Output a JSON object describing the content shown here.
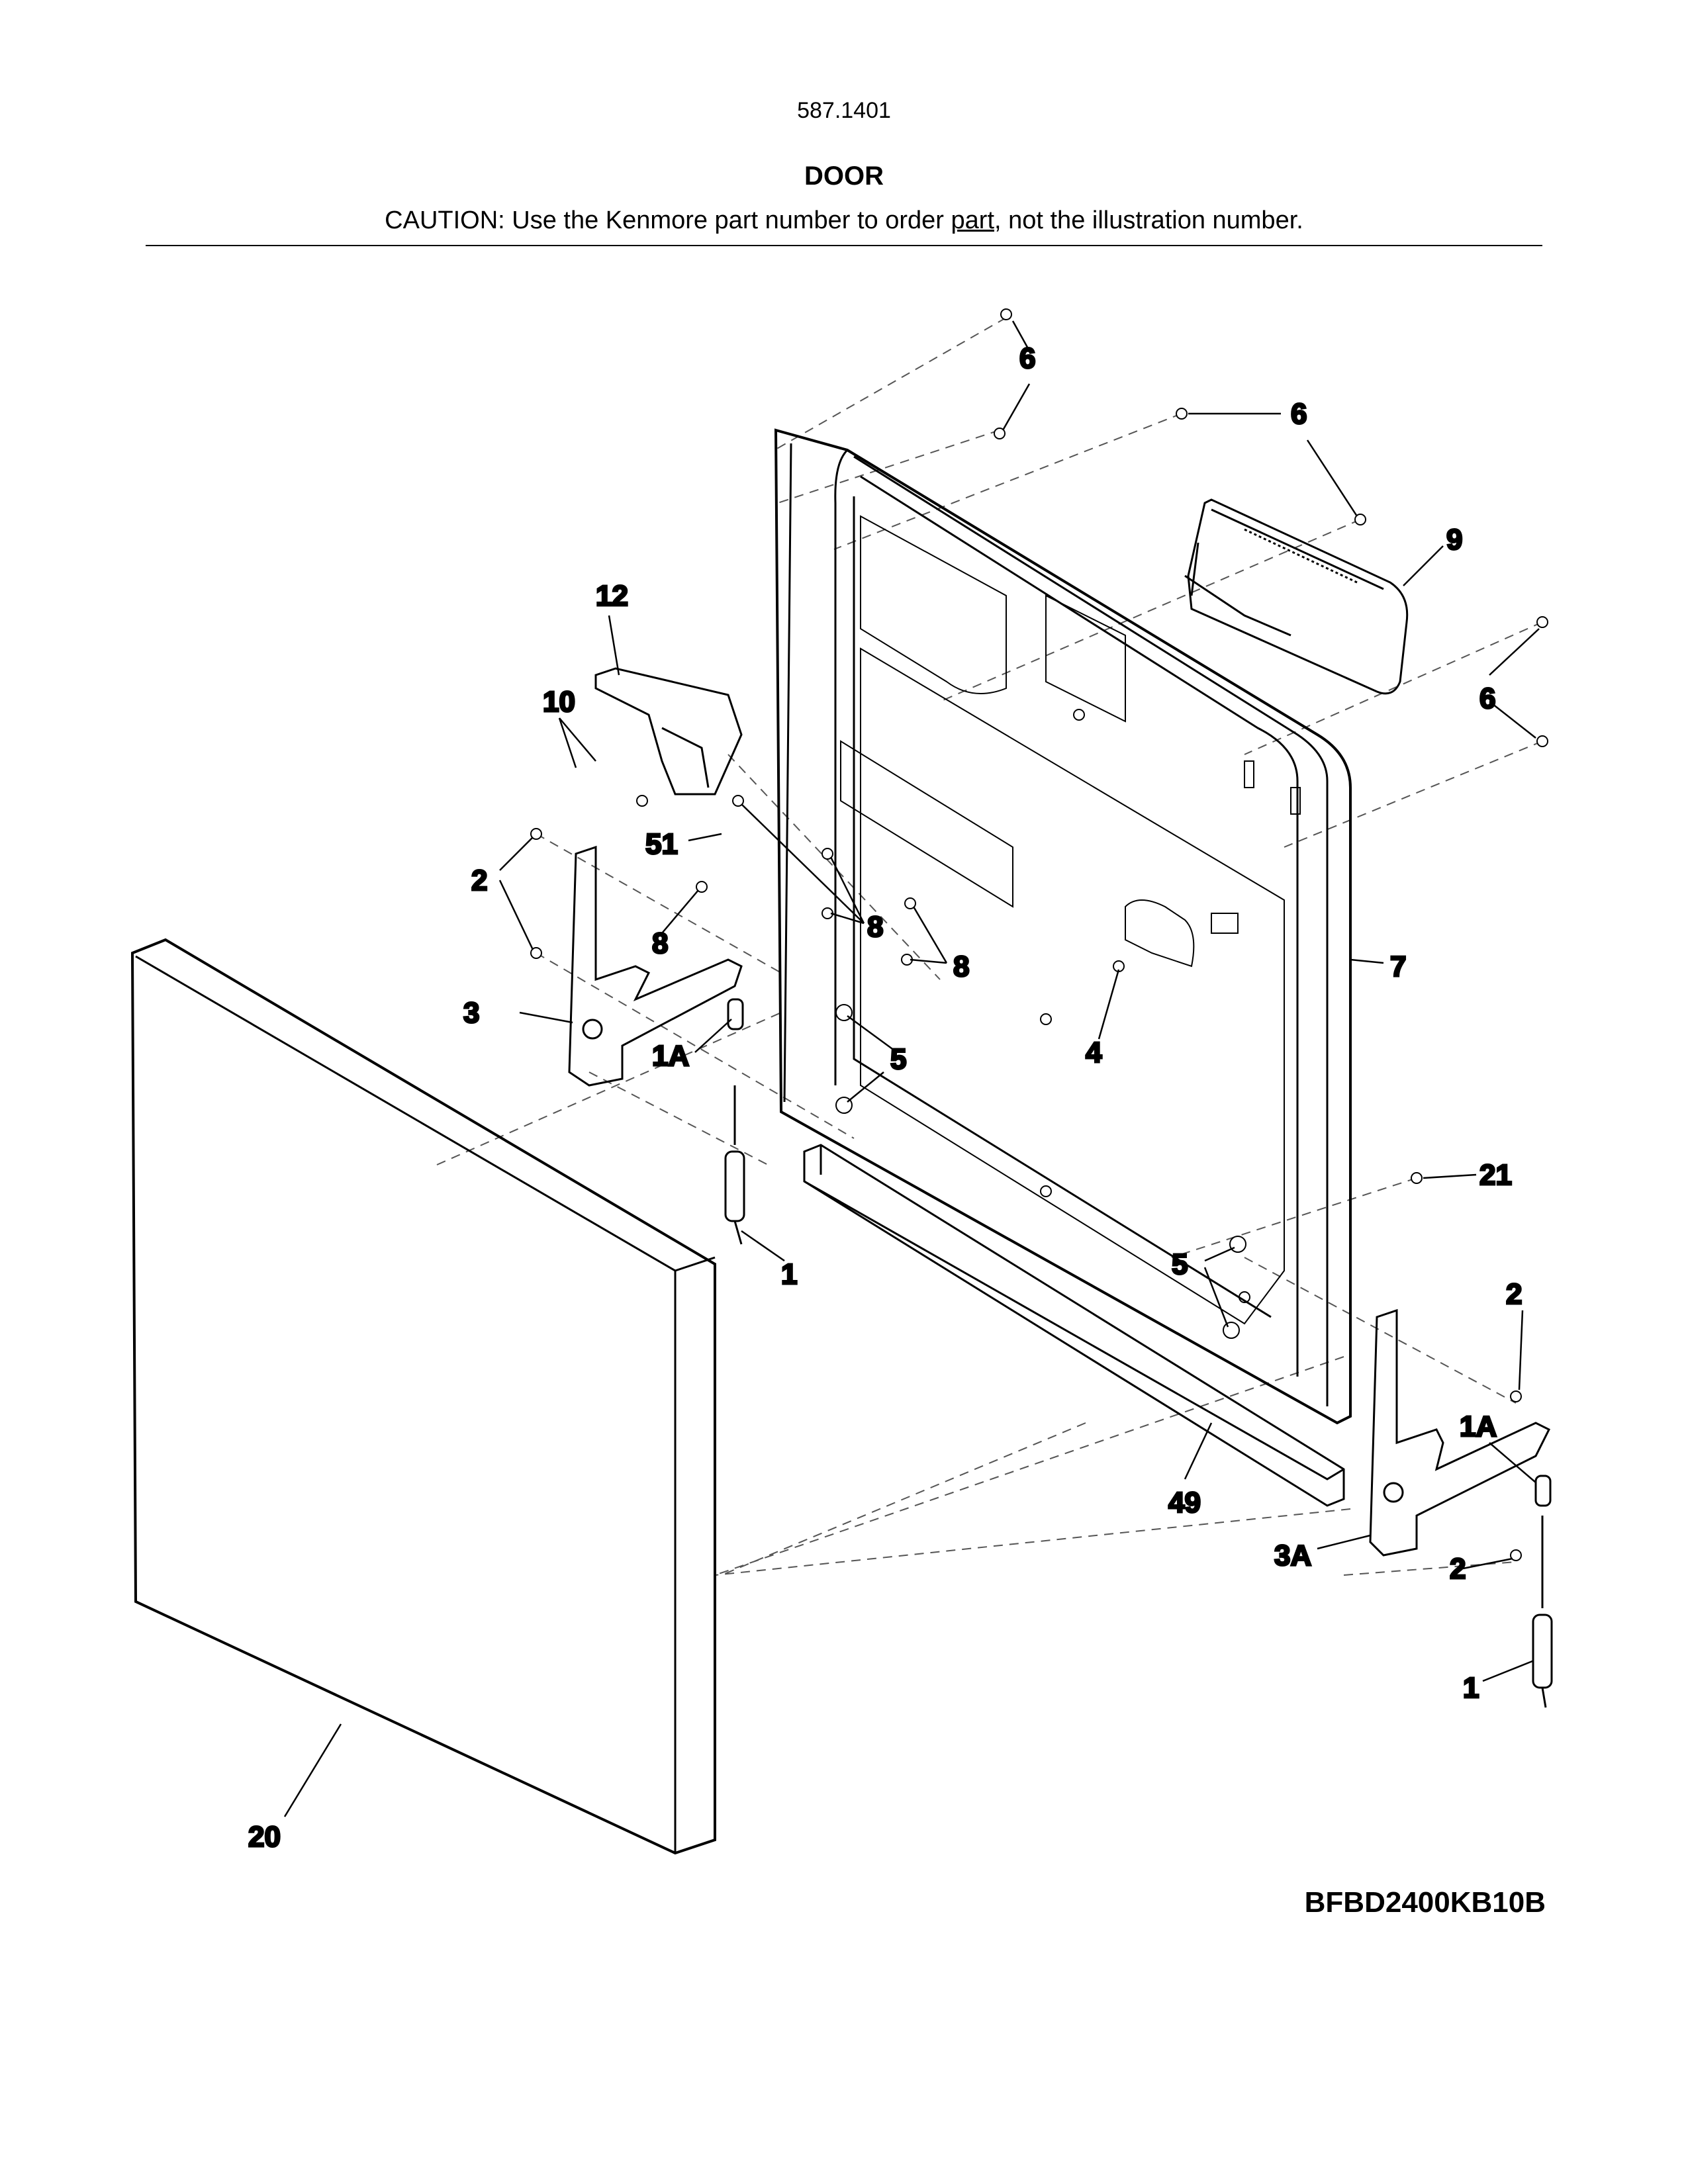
{
  "header": {
    "model_number": "587.1401",
    "title": "DOOR",
    "caution_prefix": "CAUTION: Use the Kenmore part number to order ",
    "caution_link": "part",
    "caution_suffix": ", not the illustration number."
  },
  "diagram_id": "BFBD2400KB10B",
  "callouts": {
    "c1_left": "1",
    "c1_right": "1",
    "c1a_left": "1A",
    "c1a_right": "1A",
    "c2_left": "2",
    "c2_right_top": "2",
    "c2_right_bottom": "2",
    "c3": "3",
    "c3a": "3A",
    "c4": "4",
    "c5_center": "5",
    "c5_right": "5",
    "c6_top": "6",
    "c6_mid": "6",
    "c6_right": "6",
    "c7": "7",
    "c8_left": "8",
    "c8_center": "8",
    "c8_right": "8",
    "c9": "9",
    "c10": "10",
    "c12": "12",
    "c20": "20",
    "c21": "21",
    "c49": "49",
    "c51": "51"
  }
}
